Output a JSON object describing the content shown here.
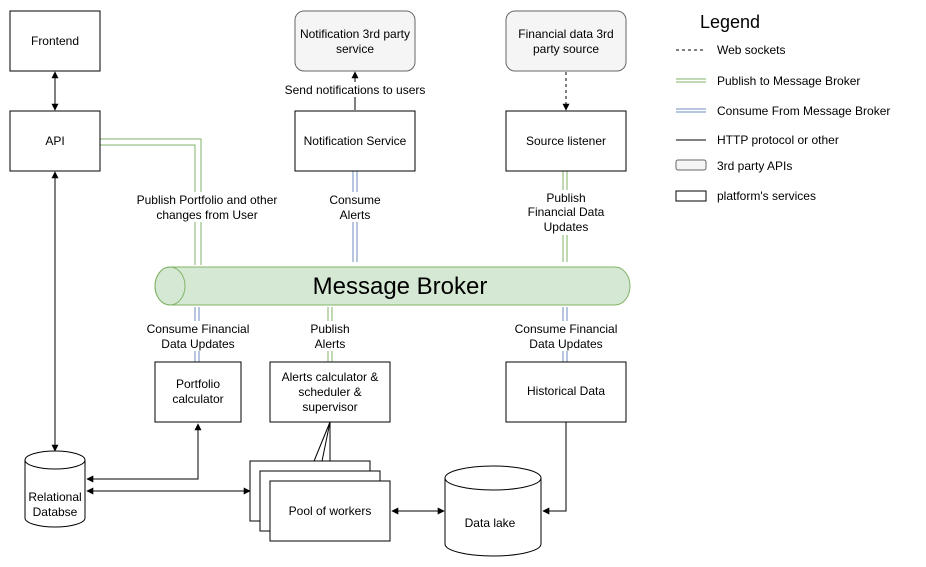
{
  "legend": {
    "title": "Legend",
    "items": [
      {
        "kind": "websocket",
        "label": "Web sockets"
      },
      {
        "kind": "publish",
        "label": "Publish to Message Broker"
      },
      {
        "kind": "consume",
        "label": "Consume From Message Broker"
      },
      {
        "kind": "http",
        "label": "HTTP protocol or other"
      },
      {
        "kind": "third-party",
        "label": "3rd party APIs"
      },
      {
        "kind": "platform",
        "label": "platform's services"
      }
    ]
  },
  "nodes": {
    "frontend": "Frontend",
    "api": "API",
    "notification_third_party": [
      "Notification 3rd party",
      "service"
    ],
    "financial_third_party": [
      "Financial data 3rd",
      "party source"
    ],
    "notification_service": "Notification Service",
    "source_listener": "Source listener",
    "message_broker": "Message Broker",
    "portfolio_calculator": [
      "Portfolio",
      "calculator"
    ],
    "alerts_calculator": [
      "Alerts calculator &",
      "scheduler &",
      "supervisor"
    ],
    "historical_data": "Historical Data",
    "pool_of_workers": "Pool of workers",
    "relational_db": [
      "Relational",
      "Databse"
    ],
    "data_lake": "Data lake"
  },
  "edge_labels": {
    "send_notifications": "Send notifications to users",
    "publish_portfolio": [
      "Publish Portfolio and other",
      "changes from User"
    ],
    "consume_alerts": [
      "Consume",
      "Alerts"
    ],
    "publish_financial": [
      "Publish",
      "Financial Data",
      "Updates"
    ],
    "consume_financial_left": [
      "Consume Financial",
      "Data Updates"
    ],
    "publish_alerts": [
      "Publish",
      "Alerts"
    ],
    "consume_financial_right": [
      "Consume Financial",
      "Data Updates"
    ]
  },
  "colors": {
    "publish": "#82b366",
    "consume": "#6c8ebf",
    "broker_fill": "#d5e8d4",
    "broker_stroke": "#82b366",
    "third_party_fill": "#f5f5f5",
    "third_party_stroke": "#666666"
  }
}
